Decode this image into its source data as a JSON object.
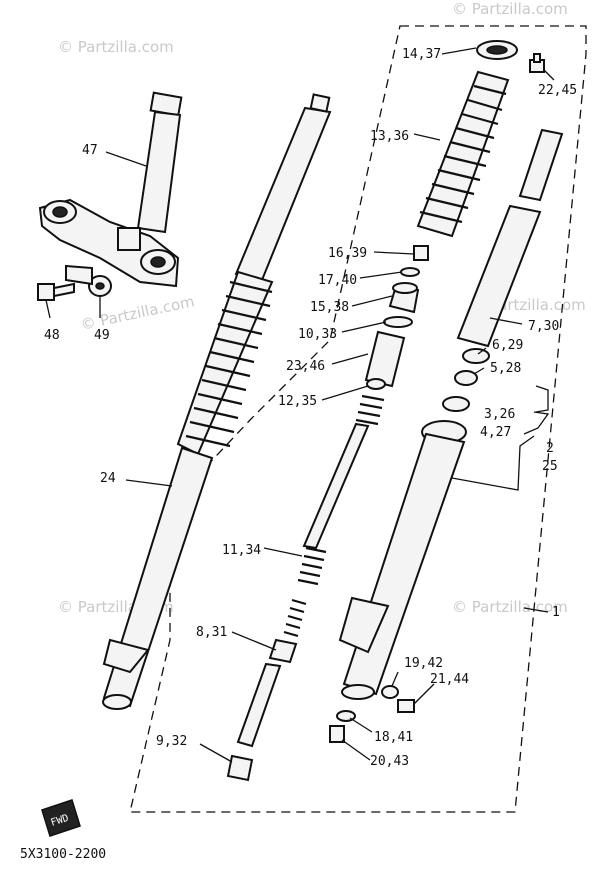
{
  "diagram": {
    "code": "5X3100-2200",
    "fwd_mark": "FWD",
    "watermark": "© Partzilla.com",
    "callouts": [
      {
        "id": "c1",
        "text": "14,37"
      },
      {
        "id": "c2",
        "text": "22,45"
      },
      {
        "id": "c3",
        "text": "13,36"
      },
      {
        "id": "c4",
        "text": "47"
      },
      {
        "id": "c5",
        "text": "16,39"
      },
      {
        "id": "c6",
        "text": "17,40"
      },
      {
        "id": "c7",
        "text": "15,38"
      },
      {
        "id": "c8",
        "text": "10,33"
      },
      {
        "id": "c9",
        "text": "7,30"
      },
      {
        "id": "c10",
        "text": "48"
      },
      {
        "id": "c11",
        "text": "49"
      },
      {
        "id": "c12",
        "text": "23,46"
      },
      {
        "id": "c13",
        "text": "6,29"
      },
      {
        "id": "c14",
        "text": "5,28"
      },
      {
        "id": "c15",
        "text": "12,35"
      },
      {
        "id": "c16",
        "text": "3,26"
      },
      {
        "id": "c17",
        "text": "4,27"
      },
      {
        "id": "c18",
        "text": "2"
      },
      {
        "id": "c19",
        "text": "25"
      },
      {
        "id": "c20",
        "text": "24"
      },
      {
        "id": "c21",
        "text": "11,34"
      },
      {
        "id": "c22",
        "text": "1"
      },
      {
        "id": "c23",
        "text": "8,31"
      },
      {
        "id": "c24",
        "text": "19,42"
      },
      {
        "id": "c25",
        "text": "21,44"
      },
      {
        "id": "c26",
        "text": "18,41"
      },
      {
        "id": "c27",
        "text": "9,32"
      },
      {
        "id": "c28",
        "text": "20,43"
      }
    ]
  }
}
